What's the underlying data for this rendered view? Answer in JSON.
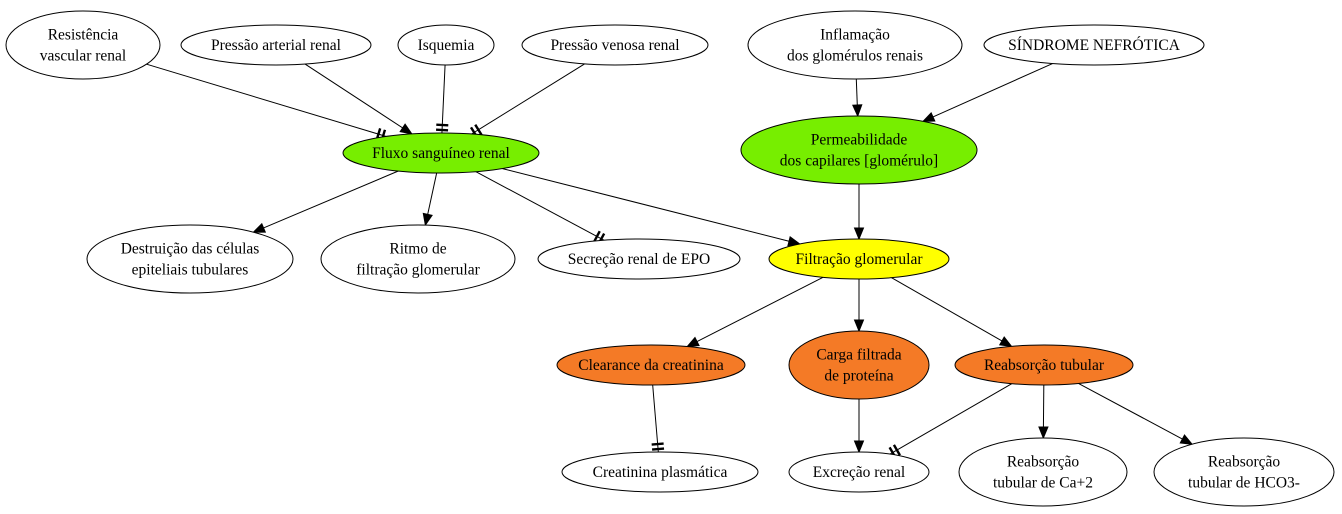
{
  "colors": {
    "green": "#77ee00",
    "yellow": "#ffff00",
    "orange": "#f47a26",
    "white": "#ffffff"
  },
  "nodes": {
    "resistencia": [
      "Resistência",
      "vascular renal"
    ],
    "pressao_arterial": [
      "Pressão arterial renal"
    ],
    "isquemia": [
      "Isquemia"
    ],
    "pressao_venosa": [
      "Pressão venosa renal"
    ],
    "inflamacao": [
      "Inflamação",
      "dos glomérulos renais"
    ],
    "sindrome": [
      "SÍNDROME NEFRÓTICA"
    ],
    "fluxo": [
      "Fluxo sanguíneo renal"
    ],
    "permeabilidade": [
      "Permeabilidade",
      "dos capilares [glomérulo]"
    ],
    "destruicao": [
      "Destruição das células",
      "epiteliais tubulares"
    ],
    "ritmo": [
      "Ritmo de",
      "filtração glomerular"
    ],
    "secrecao": [
      "Secreção renal de EPO"
    ],
    "filtracao": [
      "Filtração glomerular"
    ],
    "clearance": [
      "Clearance da creatinina"
    ],
    "carga": [
      "Carga filtrada",
      "de proteína"
    ],
    "reabsorcao": [
      "Reabsorção tubular"
    ],
    "creatinina": [
      "Creatinina plasmática"
    ],
    "excrecao": [
      "Excreção renal"
    ],
    "reab_ca": [
      "Reabsorção",
      "tubular de Ca+2"
    ],
    "reab_hco3": [
      "Reabsorção",
      "tubular de HCO3-"
    ]
  },
  "node_fill": {
    "fluxo": "green",
    "permeabilidade": "green",
    "filtracao": "yellow",
    "clearance": "orange",
    "carga": "orange",
    "reabsorcao": "orange"
  },
  "edges": [
    {
      "from": "resistencia",
      "to": "fluxo",
      "type": "inhibit"
    },
    {
      "from": "pressao_arterial",
      "to": "fluxo",
      "type": "activate"
    },
    {
      "from": "isquemia",
      "to": "fluxo",
      "type": "inhibit"
    },
    {
      "from": "pressao_venosa",
      "to": "fluxo",
      "type": "inhibit"
    },
    {
      "from": "inflamacao",
      "to": "permeabilidade",
      "type": "activate"
    },
    {
      "from": "sindrome",
      "to": "permeabilidade",
      "type": "activate"
    },
    {
      "from": "fluxo",
      "to": "destruicao",
      "type": "activate"
    },
    {
      "from": "fluxo",
      "to": "ritmo",
      "type": "activate"
    },
    {
      "from": "fluxo",
      "to": "secrecao",
      "type": "inhibit"
    },
    {
      "from": "fluxo",
      "to": "filtracao",
      "type": "activate"
    },
    {
      "from": "permeabilidade",
      "to": "filtracao",
      "type": "activate"
    },
    {
      "from": "filtracao",
      "to": "clearance",
      "type": "activate"
    },
    {
      "from": "filtracao",
      "to": "carga",
      "type": "activate"
    },
    {
      "from": "filtracao",
      "to": "reabsorcao",
      "type": "activate"
    },
    {
      "from": "clearance",
      "to": "creatinina",
      "type": "inhibit"
    },
    {
      "from": "carga",
      "to": "excrecao",
      "type": "activate"
    },
    {
      "from": "reabsorcao",
      "to": "excrecao",
      "type": "inhibit"
    },
    {
      "from": "reabsorcao",
      "to": "reab_ca",
      "type": "activate"
    },
    {
      "from": "reabsorcao",
      "to": "reab_hco3",
      "type": "activate"
    }
  ]
}
